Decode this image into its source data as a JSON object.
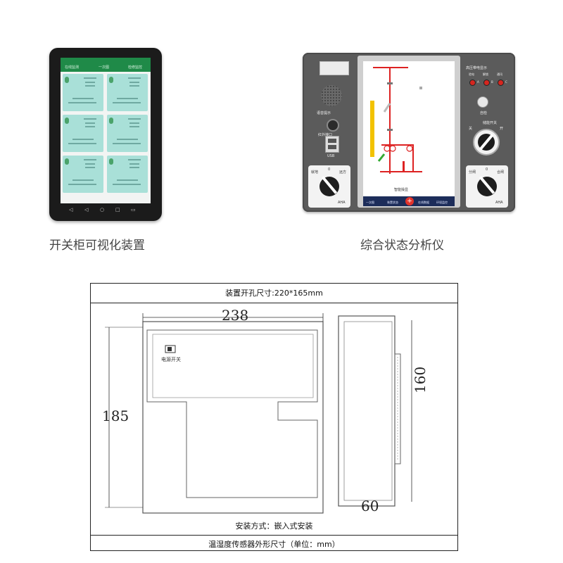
{
  "products": {
    "left": {
      "caption": "开关柜可视化装置",
      "tablet_app": {
        "tabs": [
          "在线监测",
          "一次图",
          "检修监控"
        ],
        "card_count": 6
      }
    },
    "right": {
      "caption": "综合状态分析仪",
      "panel": {
        "left_labels": {
          "voice": "语音提示",
          "ir": "红外接口",
          "usb": "USB"
        },
        "left_knob": {
          "left": "就地",
          "center": "0",
          "right": "远方",
          "brand": "AHA"
        },
        "right_knob": {
          "left": "分闸",
          "center": "0",
          "right": "合闸",
          "brand": "AHA"
        },
        "led_title": "高压带电显示",
        "led_labels": [
          "验电",
          "解锁",
          "通讯"
        ],
        "led_phases": [
          "A",
          "B",
          "C"
        ],
        "heat_label": "自检",
        "earth_label": "储能开关",
        "earth_off": "关",
        "earth_on": "开",
        "screen_label": "智能操显",
        "screen_bottom": [
          "一次图",
          "装置状态",
          "在线数据",
          "环境监控"
        ]
      }
    }
  },
  "drawing": {
    "cutout_label": "装置开孔尺寸:220*165mm",
    "width_dim": "238",
    "height_dim": "185",
    "side_height_dim": "160",
    "depth_dim": "60",
    "power_switch_label": "电源开关",
    "mount_label": "安装方式：嵌入式安装",
    "footer_label": "温湿度传感器外形尺寸（单位：mm）"
  }
}
